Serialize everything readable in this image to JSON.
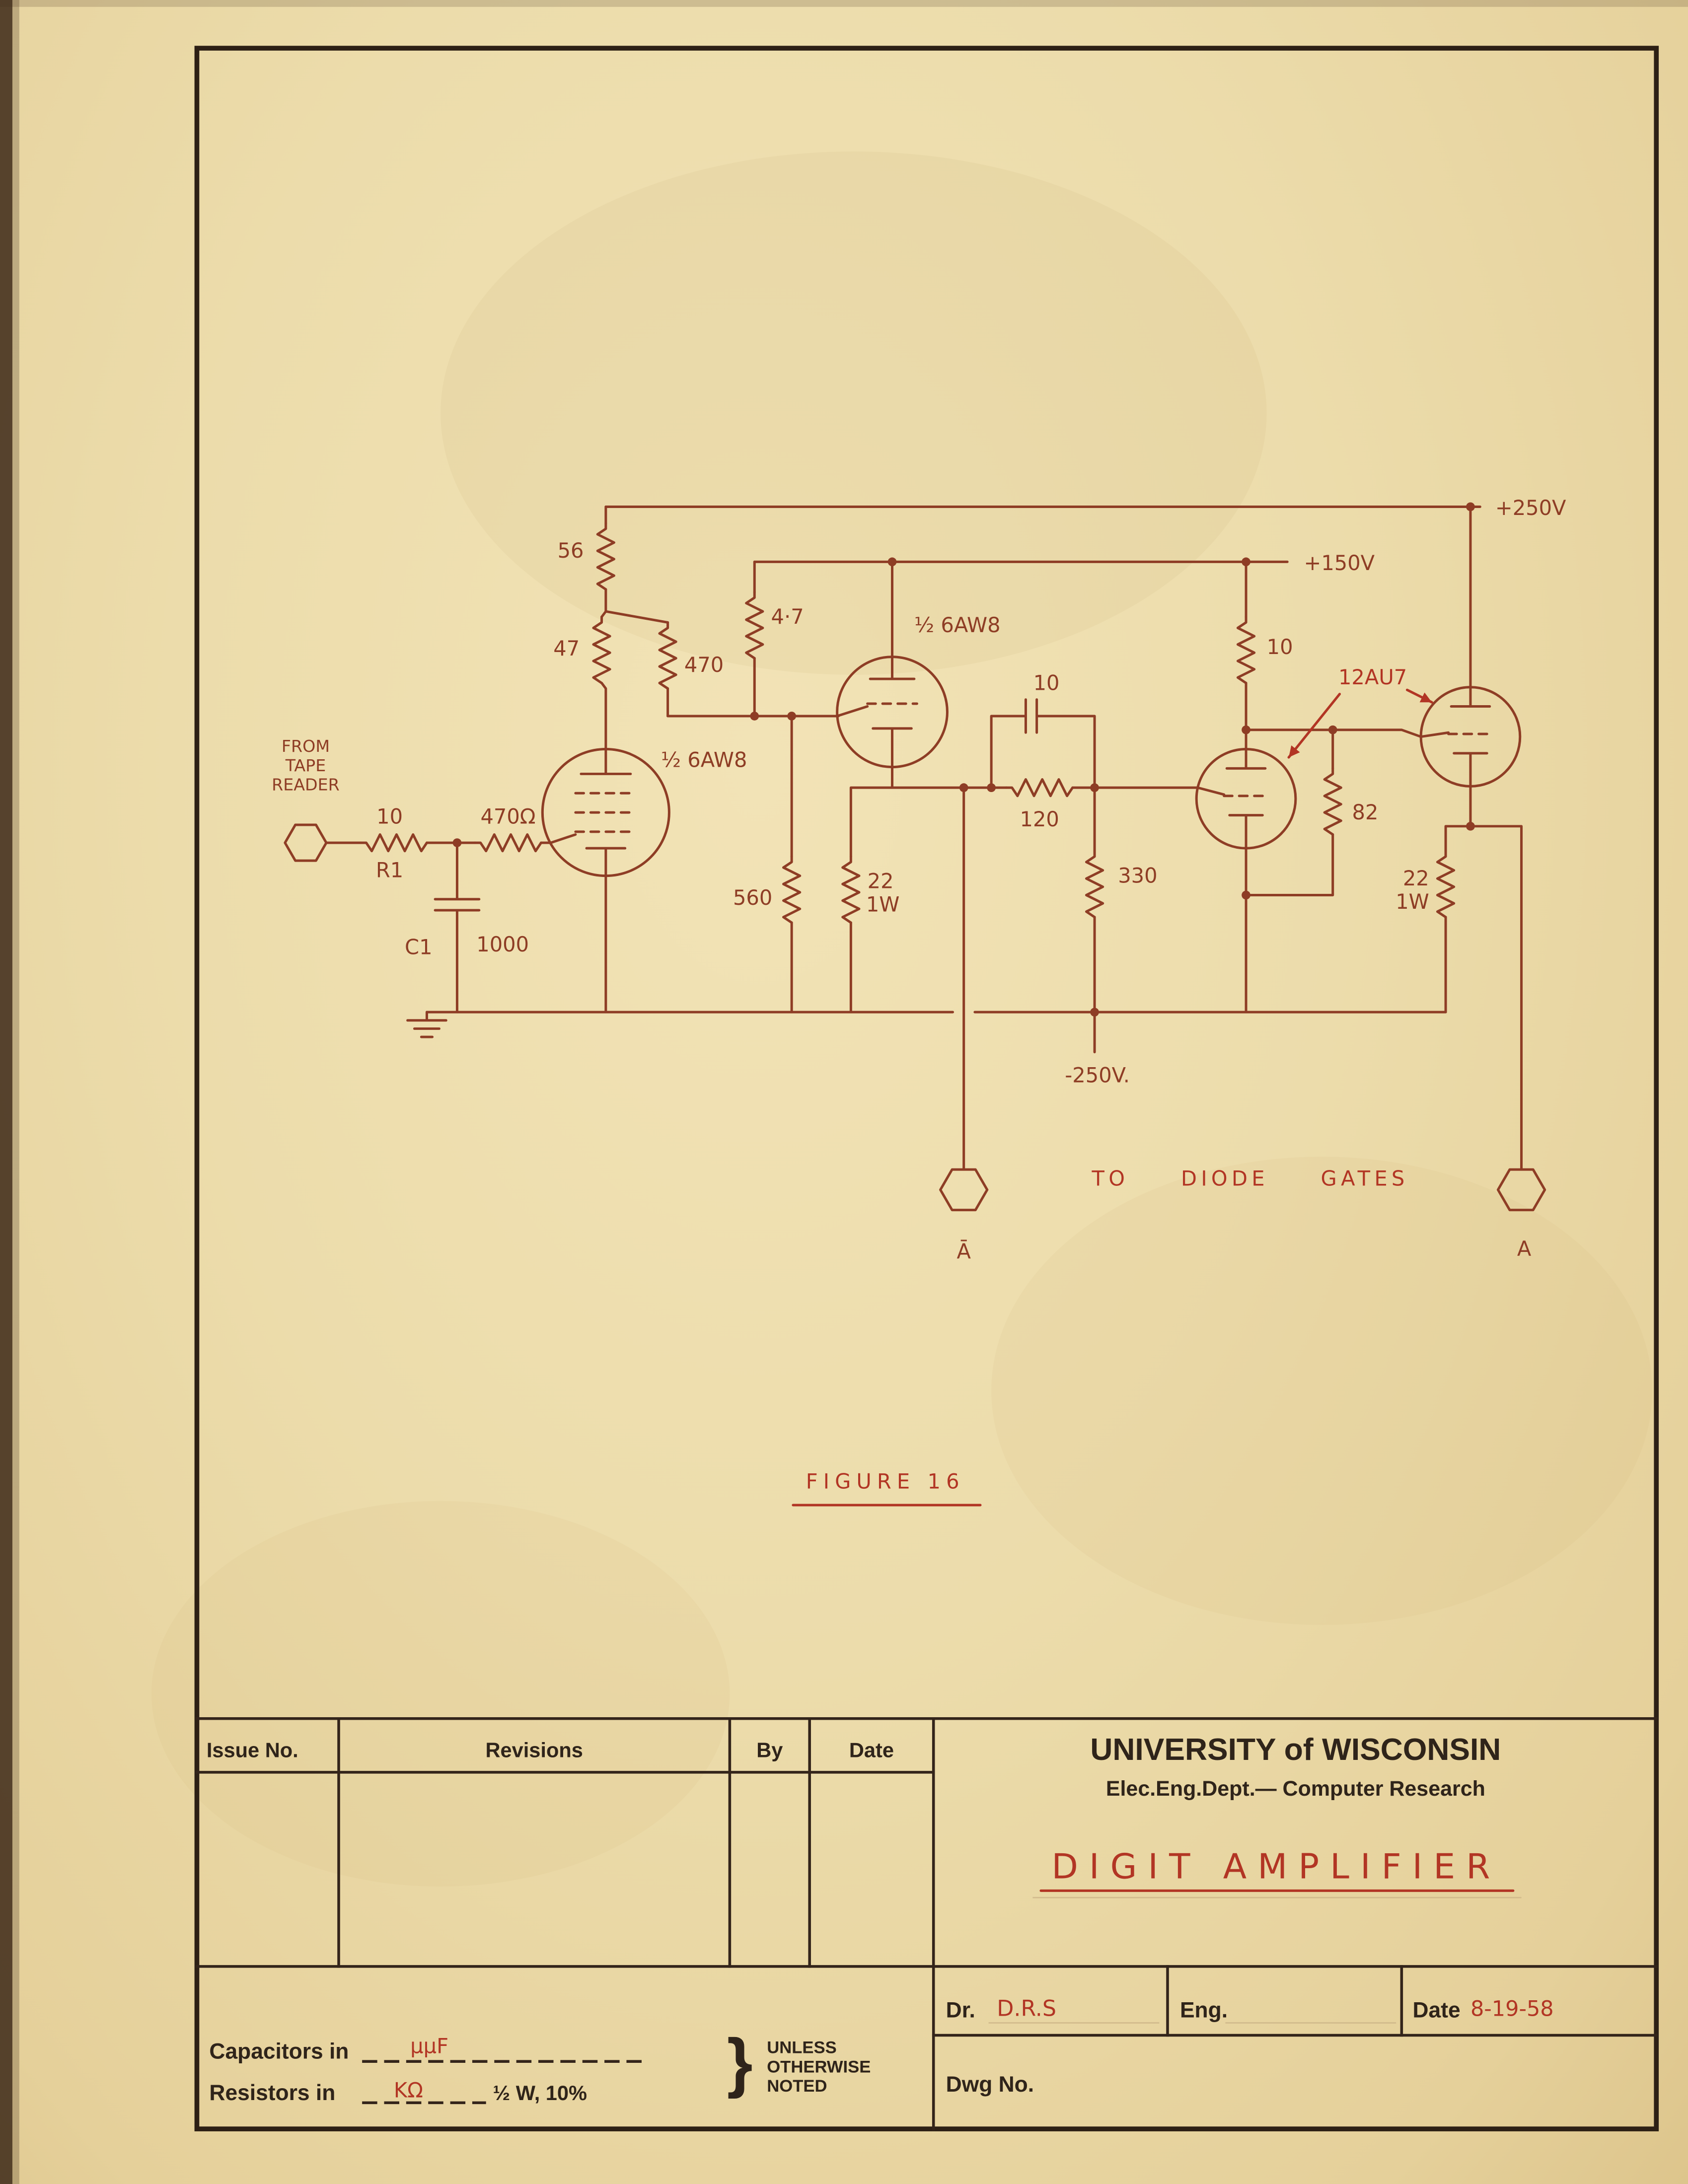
{
  "colors": {
    "paper": "#ecdcab",
    "ink_dark": "#33241a",
    "ink_schematic": "#8e3d25",
    "ink_red": "#b23524"
  },
  "schematic": {
    "power_plus250": "+250V",
    "power_plus150": "+150V",
    "power_minus250": "-250V.",
    "input_line1": "FROM",
    "input_line2": "TAPE",
    "input_line3": "READER",
    "r1_value": "10",
    "r1_name": "R1",
    "r_grid_stopper": "470Ω",
    "c1_name": "C1",
    "c1_value": "1000",
    "r56": "56",
    "r47": "47",
    "r470": "470",
    "r4_7": "4·7",
    "tube1_label": "½ 6AW8",
    "tube2_label": "½ 6AW8",
    "tube3_label": "12AU7",
    "r560": "560",
    "r22_left_value": "22",
    "r22_left_watt": "1W",
    "c_couple_value": "10",
    "r120": "120",
    "r330": "330",
    "r10_right": "10",
    "r82": "82",
    "r22_right_value": "22",
    "r22_right_watt": "1W",
    "note_outputs": "TO DIODE GATES",
    "output_a_bar": "Ā",
    "output_a": "A",
    "figure_caption": "FIGURE 16"
  },
  "titleblock": {
    "issue_no": "Issue No.",
    "revisions": "Revisions",
    "by": "By",
    "date": "Date",
    "university": "UNIVERSITY of WISCONSIN",
    "department": "Elec.Eng.Dept.— Computer Research",
    "drawing_title": "DIGIT AMPLIFIER",
    "capacitors_label": "Capacitors in",
    "capacitors_unit": "μμF",
    "resistors_label": "Resistors in",
    "resistors_unit": "KΩ",
    "resistors_spec": "½ W, 10%",
    "brace": "}",
    "note_line1": "UNLESS",
    "note_line2": "OTHERWISE",
    "note_line3": "NOTED",
    "drawn_label": "Dr.",
    "drawn_value": "D.R.S",
    "engineer_label": "Eng.",
    "date_label": "Date",
    "date_value": "8-19-58",
    "dwg_no_label": "Dwg No."
  }
}
